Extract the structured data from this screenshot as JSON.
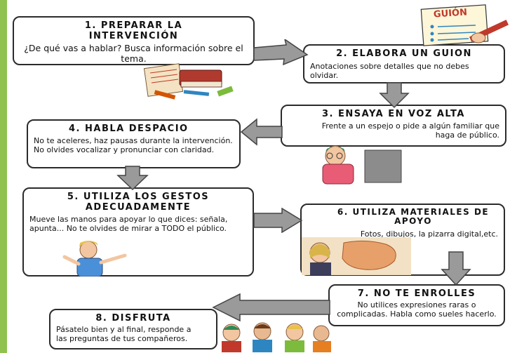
{
  "steps": [
    {
      "title": "1. PREPARAR LA INTERVENCIÓN",
      "text": "¿De qué vas a hablar? Busca información sobre el tema."
    },
    {
      "title": "2. ELABORA UN GUION",
      "text": "Anotaciones sobre detalles que no debes olvidar."
    },
    {
      "title": "3. ENSAYA EN VOZ ALTA",
      "text": "Frente a un espejo o pide a algún familiar que haga de público."
    },
    {
      "title": "4. HABLA DESPACIO",
      "text": "No te aceleres, haz pausas durante la intervención. No olvides vocalizar y pronunciar con claridad."
    },
    {
      "title": "5. UTILIZA LOS GESTOS ADECUADAMENTE",
      "text": "Mueve las manos para apoyar lo que dices: señala, apunta... No te olvides de mirar a TODO el público."
    },
    {
      "title": "6. UTILIZA MATERIALES DE APOYO",
      "text": "Fotos, dibujos, la pizarra digital,etc."
    },
    {
      "title": "7. NO TE ENROLLES",
      "text": "No utilices expresiones raras o complicadas. Habla como sueles hacerlo."
    },
    {
      "title": "8. DISFRUTA",
      "text": "Pásatelo bien y al final, responde a las preguntas de tus compañeros."
    }
  ],
  "illustrations": {
    "guion_label": "GUIÓN"
  },
  "colors": {
    "arrow_fill": "#9a9a9a",
    "arrow_stroke": "#444444",
    "side_bar": "#8fc24f"
  }
}
